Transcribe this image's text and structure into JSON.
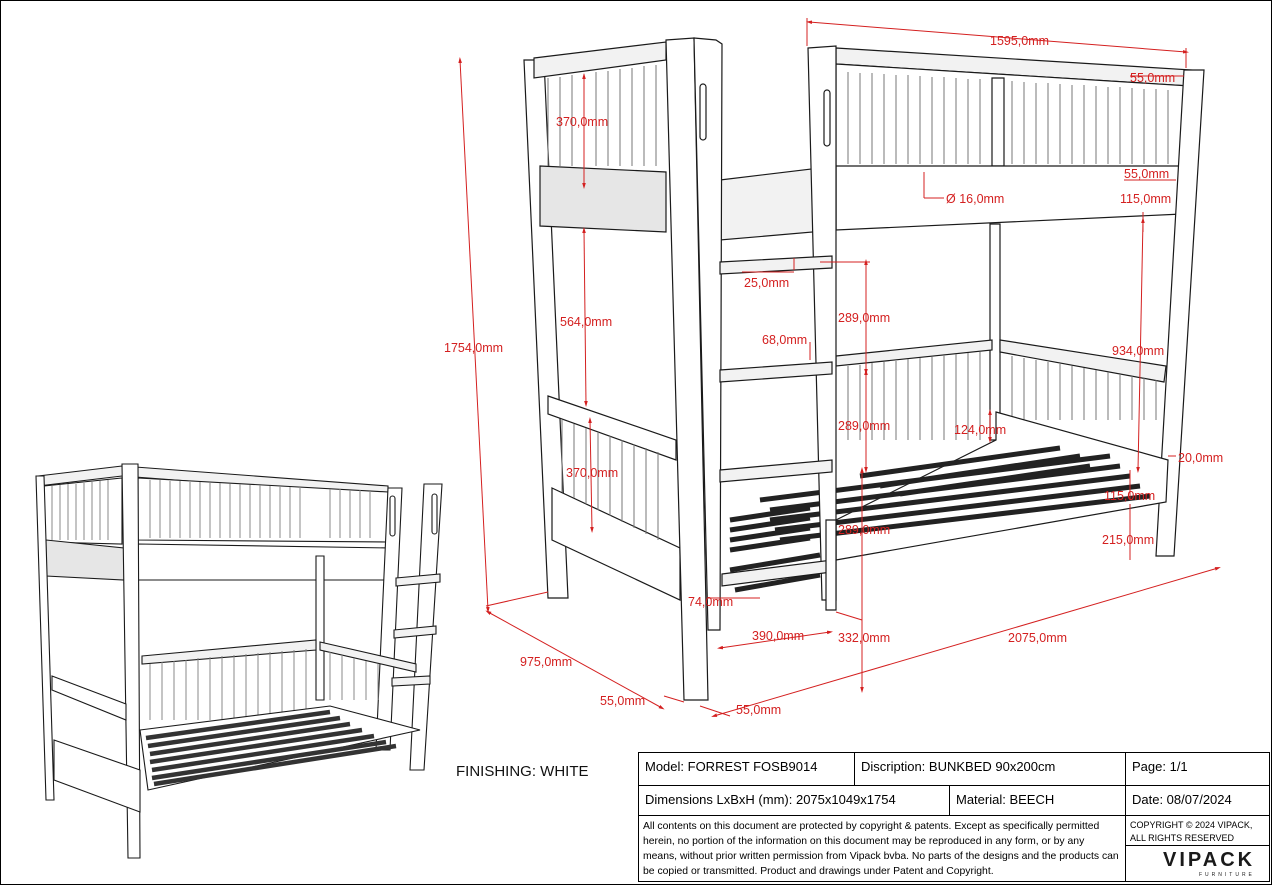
{
  "dimensions": {
    "d1595": "1595,0mm",
    "d55_top": "55,0mm",
    "d370_top": "370,0mm",
    "d55_rail": "55,0mm",
    "d16": "Ø 16,0mm",
    "d115_top": "115,0mm",
    "d1754": "1754,0mm",
    "d25": "25,0mm",
    "d564": "564,0mm",
    "d289_a": "289,0mm",
    "d68": "68,0mm",
    "d934": "934,0mm",
    "d289_b": "289,0mm",
    "d124": "124,0mm",
    "d20": "20,0mm",
    "d370_bottom": "370,0mm",
    "d115_bottom": "115,0mm",
    "d289_c": "289,0mm",
    "d215": "215,0mm",
    "d74": "74,0mm",
    "d390": "390,0mm",
    "d332": "332,0mm",
    "d2075": "2075,0mm",
    "d975": "975,0mm",
    "d55_left": "55,0mm",
    "d55_bottom": "55,0mm"
  },
  "finishing": "FINISHING: WHITE",
  "titleblock": {
    "model": "Model: FORREST FOSB9014",
    "description": "Discription: BUNKBED 90x200cm",
    "page": "Page: 1/1",
    "dims": "Dimensions LxBxH (mm): 2075x1049x1754",
    "material": "Material: BEECH",
    "date": "Date: 08/07/2024",
    "legal": "All contents on this document are protected by copyright & patents. Except as specifically permitted herein, no portion of the information on this document may be reproduced in any form, or by any means, without prior written permission from Vipack bvba. No parts of the designs and the products can be copied or transmitted. Product and drawings under Patent and Copyright.",
    "copyright_line1": "COPYRIGHT  © 2024 VIPACK,",
    "copyright_line2": "ALL RIGHTS RESERVED",
    "logo_text": "VIPACK",
    "logo_sub": "FURNITURE"
  },
  "colors": {
    "dimension": "#d42020",
    "line": "#1a1a1a",
    "panel": "#e6e6e6",
    "slat": "#555555"
  }
}
